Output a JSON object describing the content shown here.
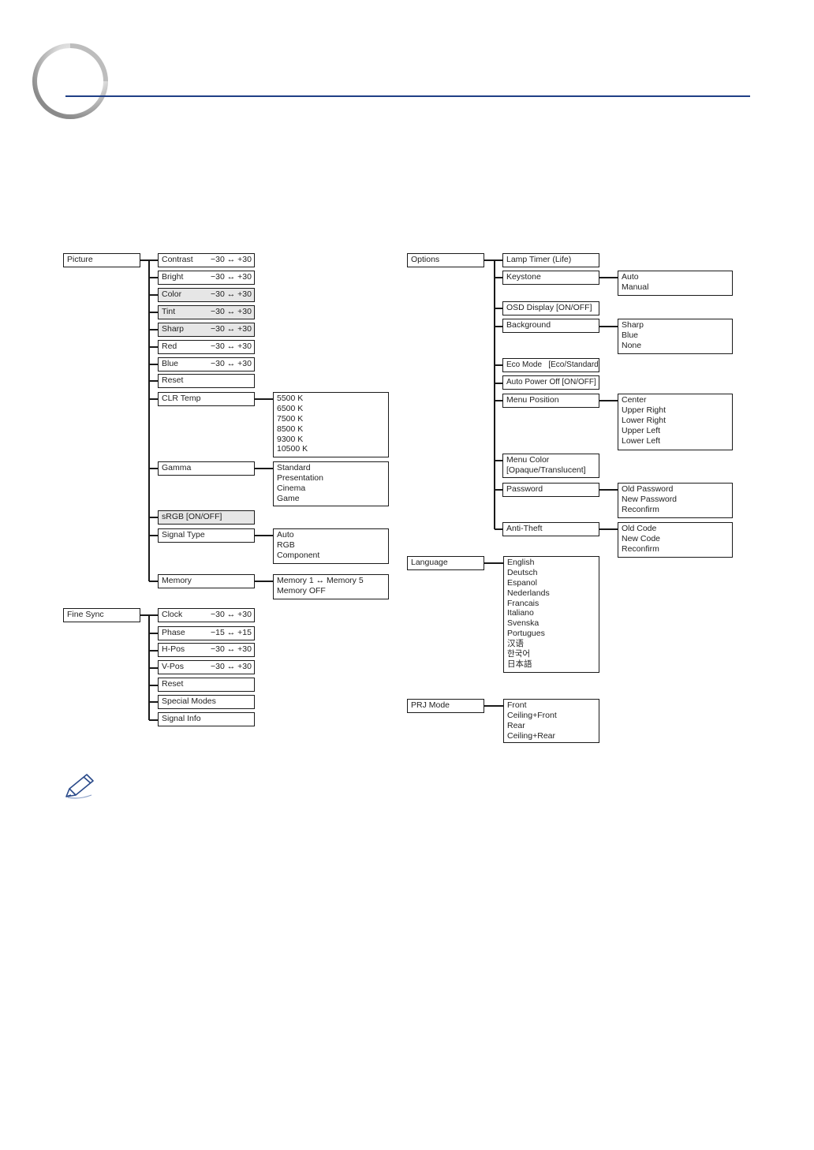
{
  "picture": {
    "root": "Picture",
    "items": [
      {
        "label": "Contrast",
        "range": "−30 ↔ +30"
      },
      {
        "label": "Bright",
        "range": "−30 ↔ +30"
      },
      {
        "label": "Color",
        "range": "−30 ↔ +30"
      },
      {
        "label": "Tint",
        "range": "−30 ↔ +30"
      },
      {
        "label": "Sharp",
        "range": "−30 ↔ +30"
      },
      {
        "label": "Red",
        "range": "−30 ↔ +30"
      },
      {
        "label": "Blue",
        "range": "−30 ↔ +30"
      },
      {
        "label": "Reset"
      },
      {
        "label": "CLR Temp"
      },
      {
        "label": "Gamma"
      },
      {
        "label": "sRGB [ON/OFF]"
      },
      {
        "label": "Signal Type"
      },
      {
        "label": "Memory"
      }
    ],
    "clr_temp_options": [
      "5500 K",
      "6500 K",
      "7500 K",
      "8500 K",
      "9300 K",
      "10500 K"
    ],
    "gamma_options": [
      "Standard",
      "Presentation",
      "Cinema",
      "Game"
    ],
    "signal_type_options": [
      "Auto",
      "RGB",
      "Component"
    ],
    "memory_options": [
      "Memory 1 ↔ Memory 5",
      "Memory OFF"
    ]
  },
  "fine_sync": {
    "root": "Fine Sync",
    "items": [
      {
        "label": "Clock",
        "range": "−30 ↔ +30"
      },
      {
        "label": "Phase",
        "range": "−15 ↔ +15"
      },
      {
        "label": "H-Pos",
        "range": "−30 ↔ +30"
      },
      {
        "label": "V-Pos",
        "range": "−30 ↔ +30"
      },
      {
        "label": "Reset"
      },
      {
        "label": "Special Modes"
      },
      {
        "label": "Signal Info"
      }
    ]
  },
  "options": {
    "root": "Options",
    "items": [
      {
        "label": "Lamp Timer (Life)"
      },
      {
        "label": "Keystone"
      },
      {
        "label": "OSD Display [ON/OFF]"
      },
      {
        "label": "Background"
      },
      {
        "label": "Eco Mode   [Eco/Standard]"
      },
      {
        "label": "Auto Power Off [ON/OFF]"
      },
      {
        "label": "Menu Position"
      },
      {
        "label": "Menu Color",
        "label2": "[Opaque/Translucent]"
      },
      {
        "label": "Password"
      },
      {
        "label": "Anti-Theft"
      }
    ],
    "keystone_options": [
      "Auto",
      "Manual"
    ],
    "background_options": [
      "Sharp",
      "Blue",
      "None"
    ],
    "menu_position_options": [
      "Center",
      "Upper Right",
      "Lower Right",
      "Upper Left",
      "Lower Left"
    ],
    "password_options": [
      "Old Password",
      "New Password",
      "Reconfirm"
    ],
    "anti_theft_options": [
      "Old Code",
      "New Code",
      "Reconfirm"
    ]
  },
  "language": {
    "root": "Language",
    "options": [
      "English",
      "Deutsch",
      "Espanol",
      "Nederlands",
      "Francais",
      "Italiano",
      "Svenska",
      "Portugues",
      "汉语",
      "한국어",
      "日本語"
    ]
  },
  "prj_mode": {
    "root": "PRJ Mode",
    "options": [
      "Front",
      "Ceiling+Front",
      "Rear",
      "Ceiling+Rear"
    ]
  },
  "colors": {
    "rule": "#1f3f86",
    "line": "#1a1a1a",
    "shade": "#e6e6e6"
  },
  "icons": {
    "corner": "page-corner-swirl",
    "note": "pencil-note-icon"
  }
}
